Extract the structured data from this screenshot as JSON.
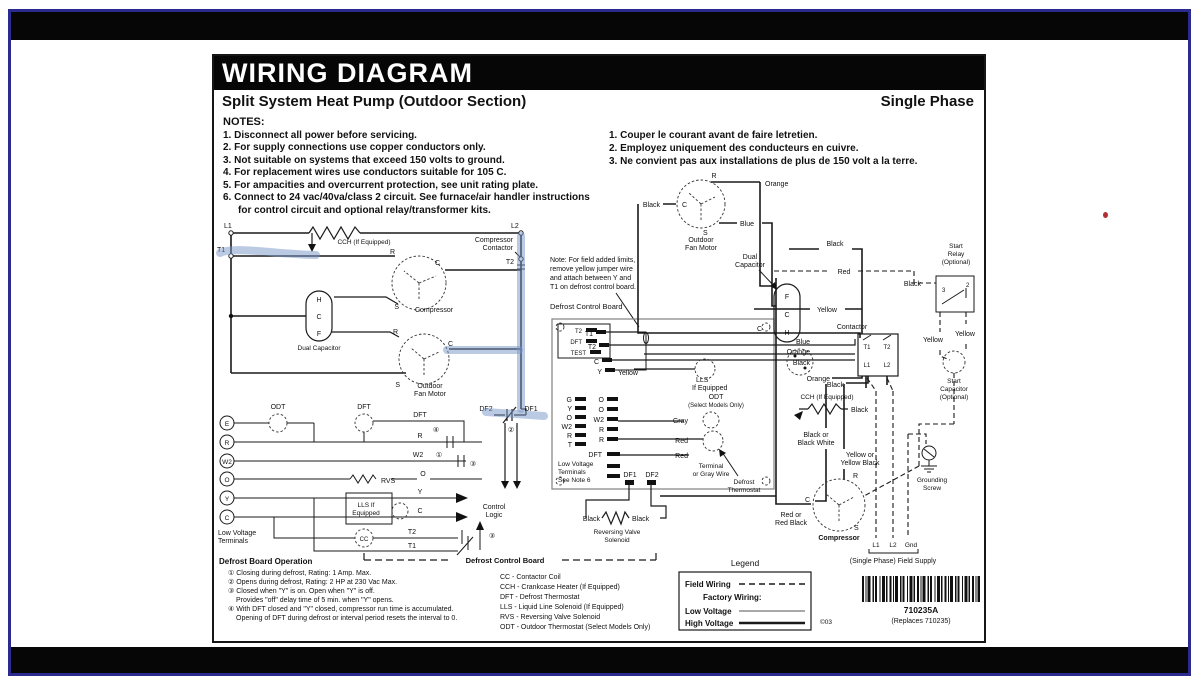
{
  "window": {
    "bg": "#ffffff",
    "frame_border": "#2b2b8f",
    "letterbox": "#060606"
  },
  "header": {
    "title": "WIRING DIAGRAM",
    "subtitle": "Split System Heat Pump   (Outdoor Section)",
    "phase": "Single Phase"
  },
  "notes_en": {
    "heading": "NOTES:",
    "items": [
      "1.  Disconnect all power before servicing.",
      "2.  For supply connections use copper conductors only.",
      "3.  Not suitable on systems that exceed 150 volts to ground.",
      "4.  For replacement wires use conductors suitable for 105 C.",
      "5.  For ampacities and overcurrent protection, see unit rating plate.",
      "6.  Connect to 24 vac/40va/class 2 circuit.  See furnace/air handler instructions for control circuit and optional relay/transformer kits."
    ]
  },
  "notes_fr": {
    "items": [
      "1.  Couper le courant avant de faire letretien.",
      "2.  Employez uniquement des conducteurs en cuivre.",
      "3.  Ne convient pas aux installations de plus de 150 volt a la terre."
    ]
  },
  "sch": {
    "l1": "L1",
    "l2": "L2",
    "t1": "T1",
    "t2": "T2",
    "r": "R",
    "c": "C",
    "s": "S",
    "h": "H",
    "f": "F",
    "g": "G",
    "y": "Y",
    "o": "O",
    "w2": "W2",
    "t": "T",
    "cch": "CCH (If Equipped)",
    "compressor": "Compressor",
    "contactor": "Contactor",
    "dual": "Dual",
    "capacitor": "Capacitor",
    "dual_capacitor": "Dual Capacitor",
    "outdoor": "Outdoor",
    "fan_motor": "Fan Motor",
    "odt": "ODT",
    "dft": "DFT",
    "rvs": "RVS",
    "cc": "CC",
    "test": "TEST",
    "lls_if": "LLS If",
    "equipped": "Equipped",
    "lls": "LLS",
    "if_equipped": "If Equipped",
    "control": "Control",
    "logic": "Logic",
    "low_voltage": "Low Voltage",
    "terminals": "Terminals",
    "see_note": "See Note 6",
    "lv_terms": [
      "E",
      "R",
      "W2",
      "O",
      "Y",
      "C"
    ],
    "df1": "DF1",
    "df2": "DF2",
    "n1": "①",
    "n2": "②",
    "n3": "③",
    "n4": "④",
    "dcb": "Defrost Control Board",
    "note1": "Note:  For field added limits,",
    "note2": "remove yellow jumper wire",
    "note3": "and attach between Y and",
    "note4": "T1 on defrost control board.",
    "yellow": "Yellow",
    "black": "Black",
    "blue": "Blue",
    "orange": "Orange",
    "red": "Red",
    "gray": "Gray",
    "select_models": "(Select Models Only)",
    "terminal": "Terminal",
    "or_gray_wire": "or Gray Wire",
    "defrost": "Defrost",
    "thermostat": "Thermostat",
    "reversing_valve": "Reversing Valve",
    "solenoid": "Solenoid",
    "start": "Start",
    "relay": "Relay",
    "optional": "(Optional)",
    "black_or": "Black or",
    "black_white": "Black White",
    "yellow_or": "Yellow or",
    "yellow_black": "Yellow Black",
    "red_or": "Red or",
    "red_black": "Red Black",
    "grounding": "Grounding",
    "screw": "Screw",
    "gnd": "Gnd",
    "field_supply": "(Single Phase) Field Supply",
    "num2": "2",
    "num3": "3"
  },
  "defrost_op": {
    "heading": "Defrost Board Operation",
    "lines": [
      "①  Closing during defrost, Rating:  1 Amp. Max.",
      "②  Opens during defrost, Rating:  2 HP at 230 Vac Max.",
      "③  Closed when \"Y\" is on. Open when \"Y\" is off.",
      "Provides \"off\" delay time of 5 min. when \"Y\" opens.",
      "④  With DFT closed and \"Y\" closed, compressor run time is accumulated.",
      "Opening of DFT during defrost or interval period resets the interval to 0."
    ]
  },
  "abbreviations": [
    "CC - Contactor Coil",
    "CCH - Crankcase Heater (If Equipped)",
    "DFT - Defrost Thermostat",
    "LLS - Liquid Line Solenoid (If Equipped)",
    "RVS - Reversing Valve Solenoid",
    "ODT - Outdoor Thermostat (Select Models Only)"
  ],
  "legend": {
    "title": "Legend",
    "field_wiring": "Field Wiring",
    "factory_wiring": "Factory Wiring:",
    "low_voltage": "Low Voltage",
    "high_voltage": "High Voltage"
  },
  "footer": {
    "part_number": "710235A",
    "replaces": "(Replaces 710235)",
    "code": "©03"
  },
  "annotations": {
    "highlight_color": "#7796c8",
    "dot_color": "#b23030"
  }
}
